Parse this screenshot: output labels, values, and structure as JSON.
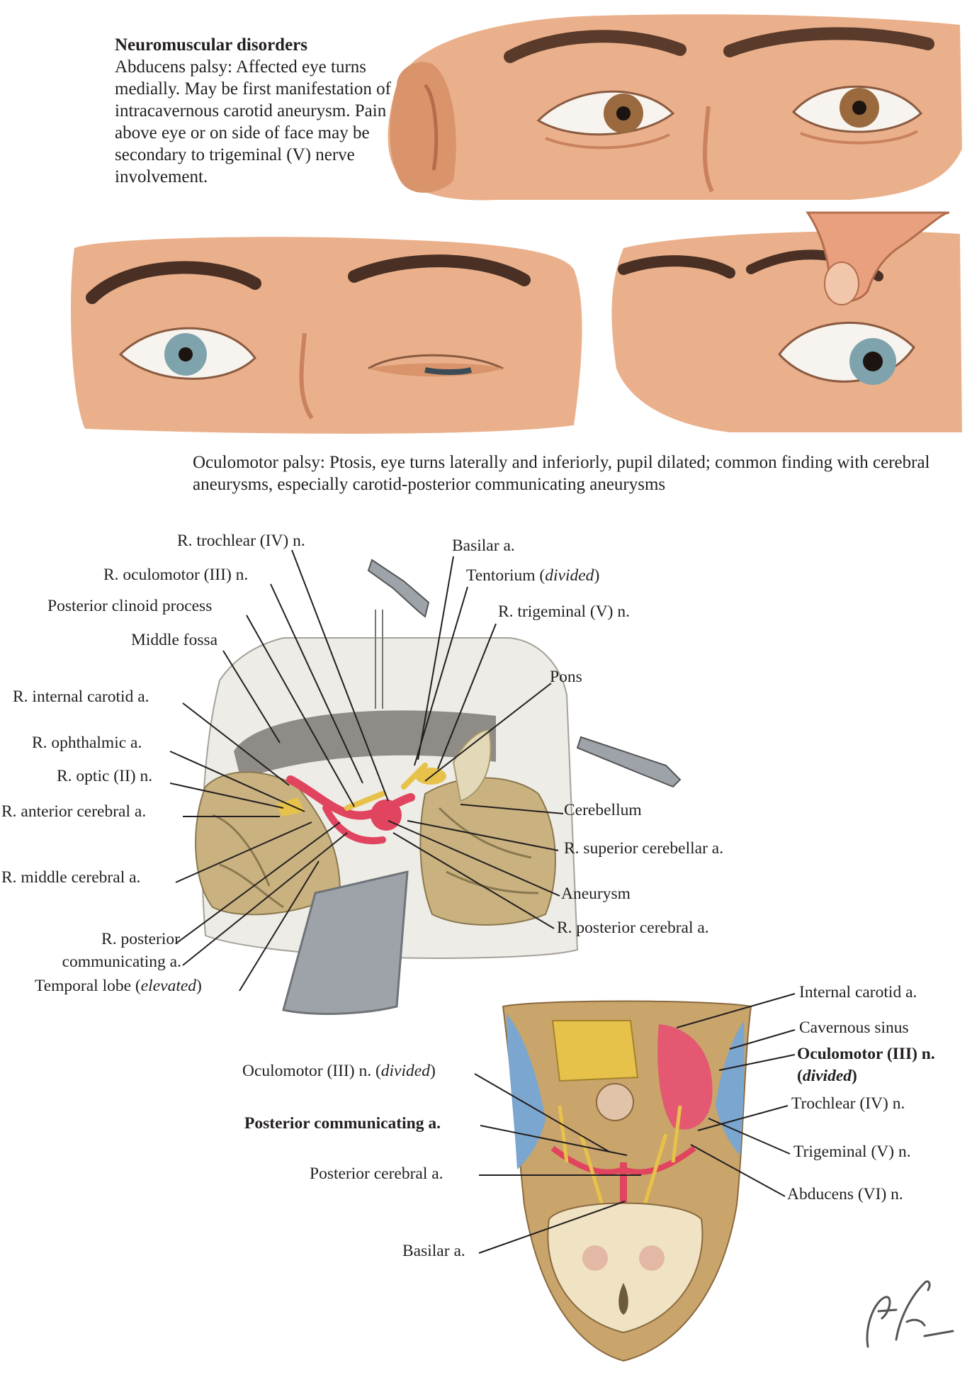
{
  "intro": {
    "title": "Neuromuscular disorders",
    "body": "Abducens palsy: Affected eye turns medially. May be first manifestation of intracavernous carotid aneurysm. Pain above eye or on side of face may be secondary to trigeminal (V) nerve involvement."
  },
  "oculomotor_caption": "Oculomotor palsy: Ptosis, eye turns laterally and inferiorly, pupil dilated; common finding with cerebral aneurysms, especially carotid-posterior communicating aneurysms",
  "surgical_view": {
    "labels_left": {
      "trochlear": "R. trochlear (IV) n.",
      "oculomotor": "R. oculomotor (III) n.",
      "post_clinoid": "Posterior clinoid process",
      "middle_fossa": "Middle fossa",
      "internal_carotid": "R. internal carotid a.",
      "ophthalmic": "R. ophthalmic a.",
      "optic": "R. optic (II) n.",
      "anterior_cerebral": "R. anterior cerebral a.",
      "middle_cerebral": "R. middle cerebral a.",
      "post_comm_1": "R. posterior",
      "post_comm_2": "communicating a.",
      "temporal_1": "Temporal lobe (",
      "temporal_em": "elevated",
      "temporal_2": ")"
    },
    "labels_right": {
      "basilar": "Basilar a.",
      "tentorium_1": "Tentorium (",
      "tentorium_em": "divided",
      "tentorium_2": ")",
      "trigeminal": "R. trigeminal (V) n.",
      "pons": "Pons",
      "cerebellum": "Cerebellum",
      "sup_cerebellar": "R. superior cerebellar a.",
      "aneurysm": "Aneurysm",
      "post_cerebral": "R. posterior cerebral a."
    }
  },
  "base_view": {
    "labels_left": {
      "oculomotor_1": "Oculomotor (III) n. (",
      "oculomotor_em": "divided",
      "oculomotor_2": ")",
      "post_comm": "Posterior communicating a.",
      "post_cerebral": "Posterior cerebral a.",
      "basilar": "Basilar a."
    },
    "labels_right": {
      "internal_carotid": "Internal carotid a.",
      "cavernous": "Cavernous sinus",
      "oculomotor_1": "Oculomotor (III) n.",
      "oculomotor_2a": "(",
      "oculomotor_em": "divided",
      "oculomotor_2b": ")",
      "trochlear": "Trochlear (IV) n.",
      "trigeminal": "Trigeminal (V) n.",
      "abducens": "Abducens (VI) n."
    }
  },
  "signature_text": "F. Netter M.D.",
  "colors": {
    "skin": "#eab08c",
    "skin_shadow": "#c9825d",
    "iris_brown": "#9a6a3e",
    "iris_blue": "#7fa3ad",
    "artery": "#e0445e",
    "nerve": "#e7c24a",
    "brain": "#c9b27f",
    "vein_blue": "#7aa6cf",
    "leader": "#231f20"
  }
}
